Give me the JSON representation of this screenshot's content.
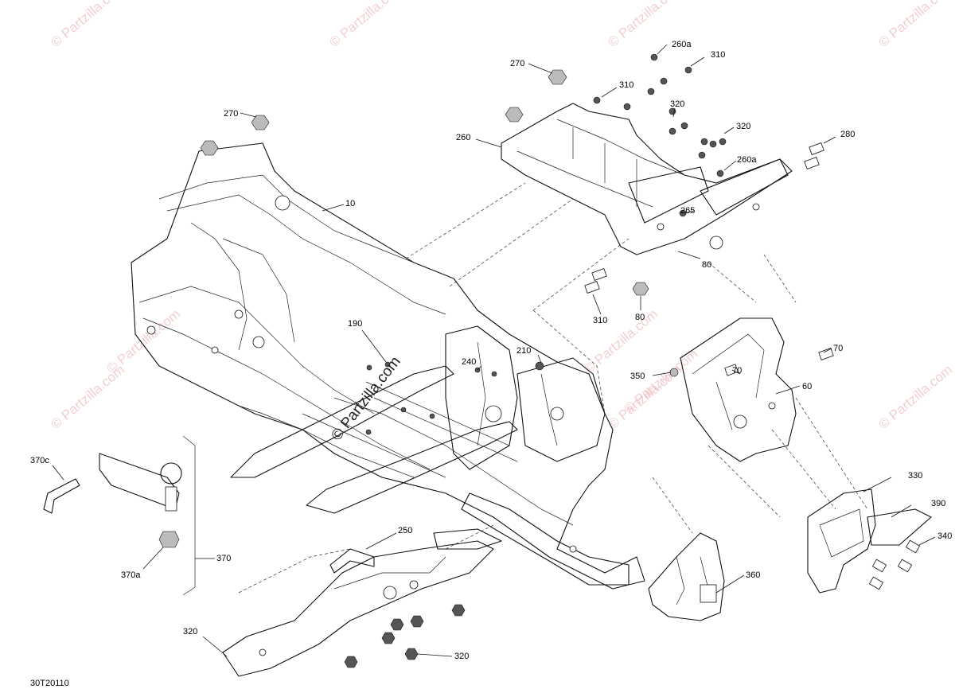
{
  "diagram": {
    "figure_code": "30T20110",
    "watermark_main": "© Partzilla.com",
    "watermark_tile": "© Partzilla.com",
    "callouts": [
      {
        "id": "c10",
        "text": "10"
      },
      {
        "id": "c60",
        "text": "60"
      },
      {
        "id": "c70a",
        "text": "70"
      },
      {
        "id": "c70b",
        "text": "70"
      },
      {
        "id": "c80a",
        "text": "80"
      },
      {
        "id": "c80b",
        "text": "80"
      },
      {
        "id": "c190",
        "text": "190"
      },
      {
        "id": "c210",
        "text": "210"
      },
      {
        "id": "c240",
        "text": "240"
      },
      {
        "id": "c250",
        "text": "250"
      },
      {
        "id": "c260",
        "text": "260"
      },
      {
        "id": "c260a1",
        "text": "260a"
      },
      {
        "id": "c260a2",
        "text": "260a"
      },
      {
        "id": "c265",
        "text": "265"
      },
      {
        "id": "c270a",
        "text": "270"
      },
      {
        "id": "c270b",
        "text": "270"
      },
      {
        "id": "c280",
        "text": "280"
      },
      {
        "id": "c310a",
        "text": "310"
      },
      {
        "id": "c310b",
        "text": "310"
      },
      {
        "id": "c310c",
        "text": "310"
      },
      {
        "id": "c320a",
        "text": "320"
      },
      {
        "id": "c320b",
        "text": "320"
      },
      {
        "id": "c320c",
        "text": "320"
      },
      {
        "id": "c320d",
        "text": "320"
      },
      {
        "id": "c330",
        "text": "330"
      },
      {
        "id": "c340",
        "text": "340"
      },
      {
        "id": "c350",
        "text": "350"
      },
      {
        "id": "c360",
        "text": "360"
      },
      {
        "id": "c370",
        "text": "370"
      },
      {
        "id": "c370a",
        "text": "370a"
      },
      {
        "id": "c370c",
        "text": "370c"
      },
      {
        "id": "c390",
        "text": "390"
      }
    ]
  }
}
